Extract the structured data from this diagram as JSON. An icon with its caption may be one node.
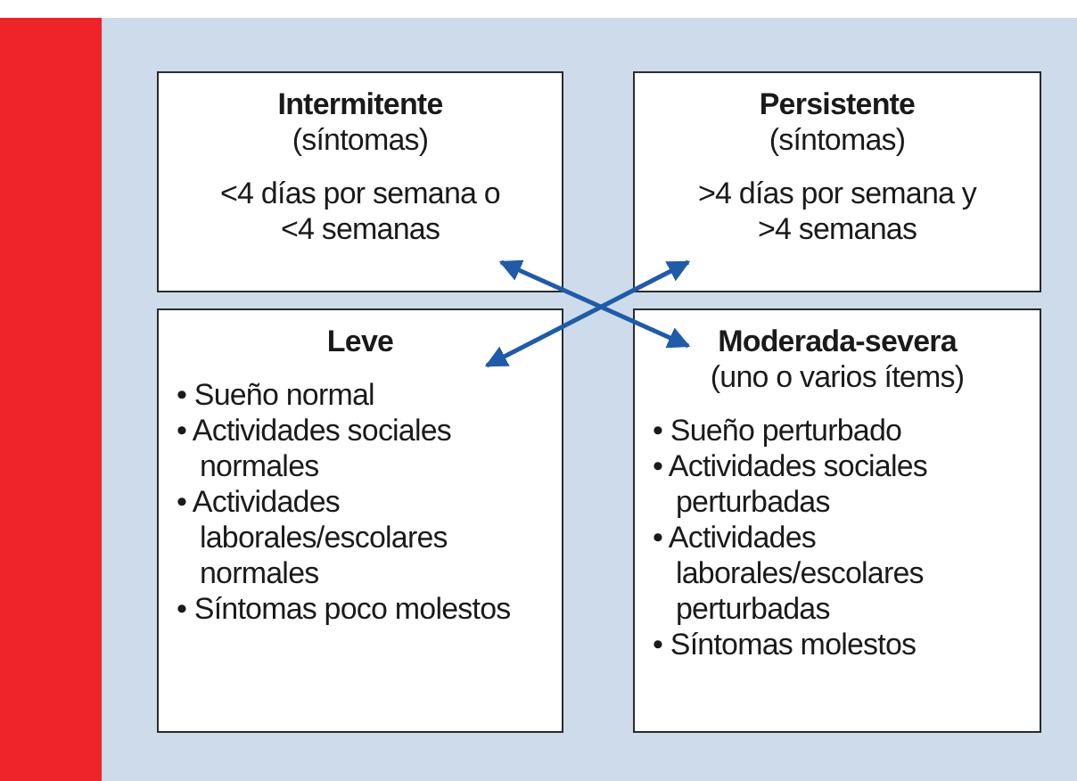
{
  "diagram": {
    "nodes": [
      {
        "text": [
          "Intermitente",
          "(síntomas)",
          "<4 días por semana o <4 semanas"
        ]
      },
      {
        "text": [
          "Persistente",
          "(síntomas)",
          ">4 días por semana y >4 semanas"
        ]
      },
      {
        "text": [
          "Leve",
          "• Sueño normal",
          "• Actividades sociales normales",
          "• Actividades laborales/escolares normales",
          "• Síntomas poco molestos"
        ]
      },
      {
        "text": [
          "Moderada-severa",
          "(uno o varios ítems)",
          "• Sueño perturbado",
          "• Actividades sociales perturbadas",
          "• Actividades laborales/escolares perturbadas",
          "• Síntomas molestos"
        ]
      }
    ],
    "edges": [
      {
        "from": 0,
        "to": 3,
        "arrow": "both"
      },
      {
        "from": 2,
        "to": 1,
        "arrow": "both"
      }
    ]
  }
}
